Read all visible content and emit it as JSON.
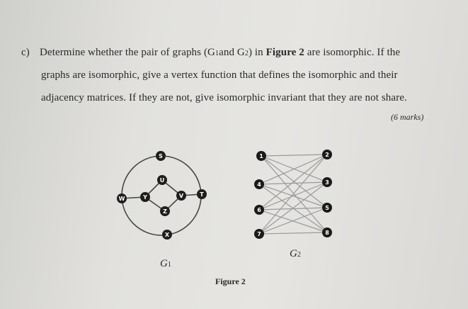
{
  "question": {
    "label": "c)",
    "line1_pre": "Determine whether the pair of graphs (G",
    "line1_sub1": "1",
    "line1_mid": "and G",
    "line1_sub2": "2",
    "line1_post": ") in ",
    "line1_bold": "Figure 2",
    "line1_end": " are isomorphic. If the",
    "line2": "graphs are isomorphic, give a vertex function that defines the isomorphic and their",
    "line3": "adjacency matrices. If they are not, give isomorphic invariant that they are not share.",
    "marks": "(6 marks)"
  },
  "figure": {
    "caption": "Figure 2",
    "g1": {
      "label": "G",
      "label_sub": "1",
      "vertices": [
        "S",
        "U",
        "W",
        "Y",
        "V",
        "T",
        "Z",
        "X"
      ]
    },
    "g2": {
      "label": "G",
      "label_sub": "2",
      "left_vertices": [
        "1",
        "4",
        "6",
        "7"
      ],
      "right_vertices": [
        "2",
        "3",
        "5",
        "8"
      ]
    }
  }
}
